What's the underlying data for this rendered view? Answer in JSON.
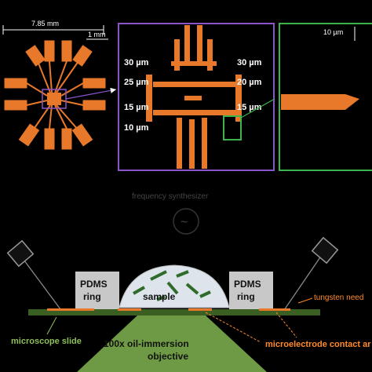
{
  "panel_a": {
    "chip_width": "7.85 mm",
    "inset_width": "1 mm"
  },
  "panel_b": {
    "left_labels": [
      "30 µm",
      "25 µm",
      "15 µm",
      "10 µm"
    ],
    "right_labels": [
      "30 µm",
      "20 µm",
      "15 µm"
    ]
  },
  "panel_c": {
    "scale_label": "10 µm"
  },
  "setup": {
    "synth_label": "frequency synthesizer",
    "synth_symbol": "~",
    "pdms_left": "PDMS\nring",
    "pdms_right": "PDMS\nring",
    "sample": "sample",
    "needle": "tungsten need",
    "slide": "microscope slide",
    "objective_line1": "100x oil-immersion",
    "objective_line2": "objective",
    "contact": "microelectrode contact ar"
  },
  "colors": {
    "electrode": "#e8782a",
    "frame_purple": "#8a55c8",
    "frame_green": "#3cb44b",
    "objective": "#6f9a45",
    "pdms": "#c8c8c8",
    "slide_label": "#8fbf5a",
    "contact_label": "#ff8a2a"
  }
}
